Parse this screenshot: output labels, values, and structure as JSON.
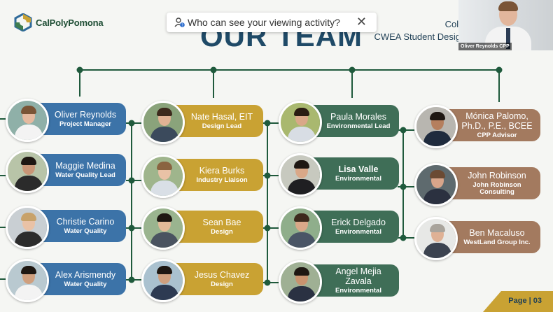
{
  "header": {
    "logo_part1": "CalPoly",
    "logo_part2": "Pomona",
    "title": "OUR TEAM",
    "right_line1": "Coll",
    "right_line2": "CWEA Student Desig"
  },
  "toast": {
    "text": "Who can see your viewing activity?",
    "close": "✕",
    "icon": "person-question-icon"
  },
  "video": {
    "participant_name": "Oliver Reynolds CPP"
  },
  "members": {
    "c1": [
      {
        "name": "Oliver Reynolds",
        "role": "Project Manager"
      },
      {
        "name": "Maggie Medina",
        "role": "Water Quality Lead"
      },
      {
        "name": "Christie Carino",
        "role": "Water Quality"
      },
      {
        "name": "Alex Arismendy",
        "role": "Water Quality"
      }
    ],
    "c2": [
      {
        "name": "Nate Hasal, EIT",
        "role": "Design Lead"
      },
      {
        "name": "Kiera Burks",
        "role": "Industry Liaison"
      },
      {
        "name": "Sean Bae",
        "role": "Design"
      },
      {
        "name": "Jesus Chavez",
        "role": "Design"
      }
    ],
    "c3": [
      {
        "name": "Paula Morales",
        "role": "Environmental Lead"
      },
      {
        "name": "Lisa Valle",
        "role": "Environmental"
      },
      {
        "name": "Erick Delgado",
        "role": "Environmental"
      },
      {
        "name": "Angel Mejia Zavala",
        "role": "Environmental"
      }
    ],
    "c4": [
      {
        "name": "Mónica Palomo, Ph.D., P.E., BCEE",
        "role": "CPP Advisor"
      },
      {
        "name": "John Robinson",
        "role": "John Robinson Consulting"
      },
      {
        "name": "Ben Macaluso",
        "role": "WestLand  Group Inc."
      }
    ]
  },
  "footer": {
    "page": "Page | 03"
  },
  "colors": {
    "blue": "#3c73a8",
    "gold": "#c9a233",
    "green": "#3f6e57",
    "brown": "#a37a5f",
    "line": "#1f5a3c"
  }
}
